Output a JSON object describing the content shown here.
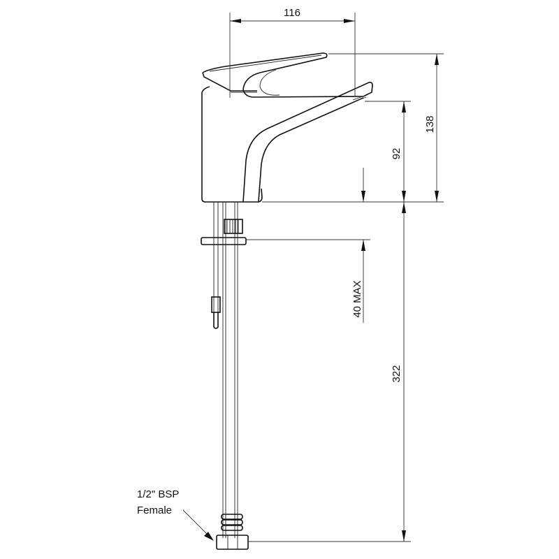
{
  "dimensions": {
    "width": "116",
    "overall_height": "138",
    "spout_height": "92",
    "deck_thickness": "40 MAX",
    "hose_length": "322"
  },
  "callout": {
    "line1": "1/2\" BSP",
    "line2": "Female"
  },
  "colors": {
    "line": "#111111",
    "background": "#ffffff"
  }
}
